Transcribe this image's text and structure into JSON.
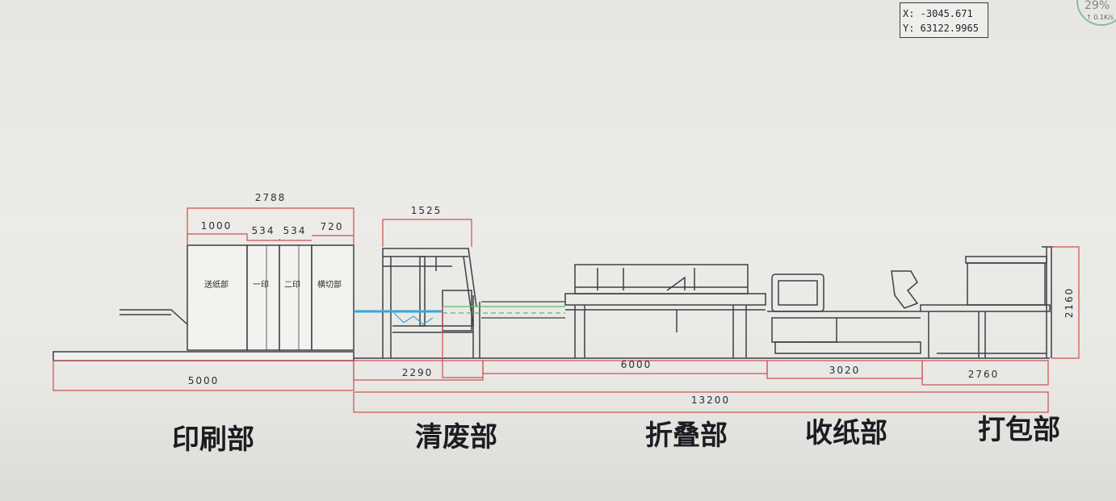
{
  "coordinates": {
    "x": "X: -3045.671",
    "y": "Y: 63122.9965"
  },
  "network": {
    "percent": "29%",
    "speed": "↑ 0.1K/s"
  },
  "dimensions": {
    "top_total": "2788",
    "feed": "1000",
    "unit1": "534",
    "unit2": "534",
    "cut": "720",
    "waste_top": "1525",
    "print_len": "5000",
    "waste_len": "2290",
    "fold_len": "6000",
    "collect_len": "3020",
    "pack_len": "2760",
    "total_len": "13200",
    "height": "2160"
  },
  "labels": {
    "feed": "送纸部",
    "unit1": "一印",
    "unit2": "二印",
    "cut": "横切部"
  },
  "sections": {
    "print": "印刷部",
    "waste": "清废部",
    "fold": "折叠部",
    "collect": "收纸部",
    "pack": "打包部"
  },
  "colors": {
    "line": "#3c3f47",
    "dimension": "#c9504f",
    "accent": "#36a6d8",
    "green": "#5fb86a"
  }
}
